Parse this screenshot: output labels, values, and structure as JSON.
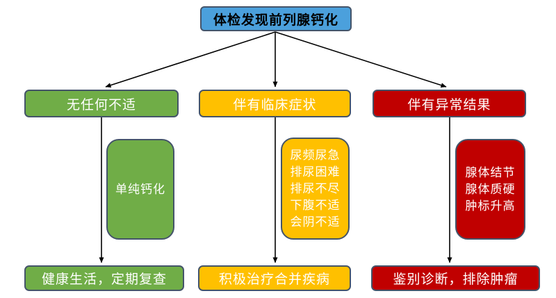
{
  "diagram": {
    "title": "体检发现前列腺钙化",
    "columns": [
      {
        "name": "no-discomfort",
        "condition": "无任何不适",
        "details": "单纯钙化",
        "action": "健康生活，定期复查",
        "color": "#70AD47"
      },
      {
        "name": "clinical-symptoms",
        "condition": "伴有临床症状",
        "details": "尿频尿急\n排尿困难\n排尿不尽\n下腹不适\n会阴不适",
        "action": "积极治疗合并疾病",
        "color": "#FFC000"
      },
      {
        "name": "abnormal-results",
        "condition": "伴有异常结果",
        "details": "腺体结节\n腺体质硬\n肿标升高",
        "action": "鉴别诊断，排除肿瘤",
        "color": "#C00000"
      }
    ],
    "colors": {
      "root_fill": "#4BA0DC",
      "outline": "#44546A",
      "arrow": "#000000",
      "background": "#FFFFFF"
    }
  }
}
